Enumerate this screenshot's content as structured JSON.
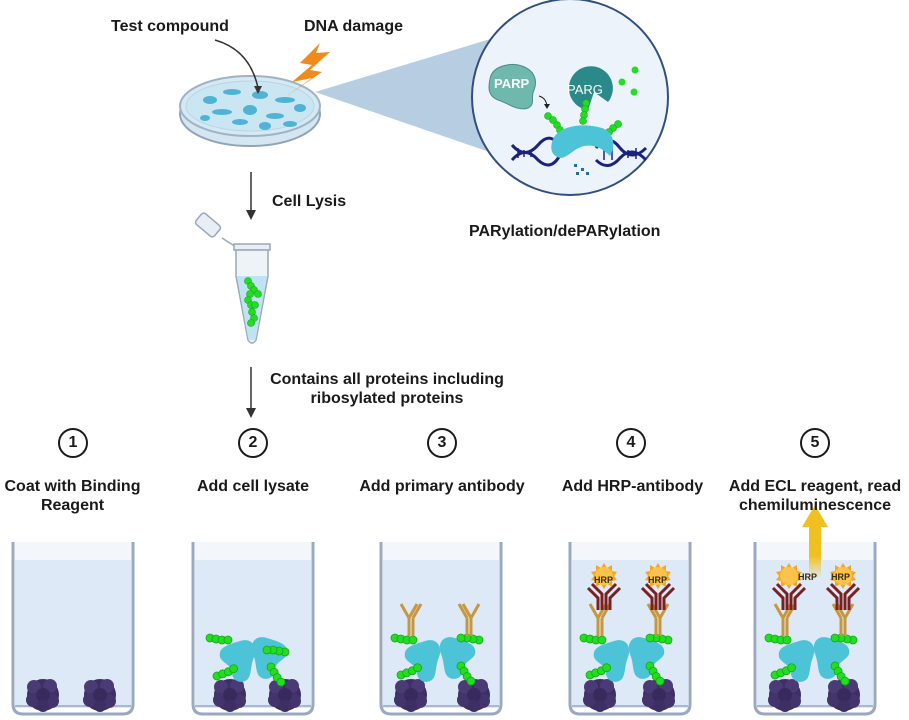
{
  "top": {
    "test_compound": "Test compound",
    "dna_damage": "DNA damage",
    "cell_lysis": "Cell Lysis",
    "parylation": "PARylation/dePARylation",
    "lysate_note_line1": "Contains all proteins including",
    "lysate_note_line2": "ribosylated proteins",
    "parp": "PARP",
    "parg": "PARG"
  },
  "steps": [
    {
      "number": "1",
      "line1": "Coat with Binding",
      "line2": "Reagent"
    },
    {
      "number": "2",
      "line1": "Add cell lysate",
      "line2": ""
    },
    {
      "number": "3",
      "line1": "Add primary antibody",
      "line2": ""
    },
    {
      "number": "4",
      "line1": "Add HRP-antibody",
      "line2": ""
    },
    {
      "number": "5",
      "line1": "Add ECL reagent, read",
      "line2": "chemiluminescence"
    }
  ],
  "hrp_label": "HRP",
  "colors": {
    "well_fluid": "#dde9f6",
    "bead": "#3d2f63",
    "protein": "#4dc3d8",
    "par_chain": "#22dd22",
    "primary_ab": "#c8963c",
    "hrp_ab": "#7a2020",
    "hrp_star": "#f5a623",
    "arrow_yellow": "#f0c020",
    "lightning": "#f08a1c",
    "parp": "#6fb8ad",
    "parg": "#2a8a8a",
    "dna": "#1a237e"
  }
}
